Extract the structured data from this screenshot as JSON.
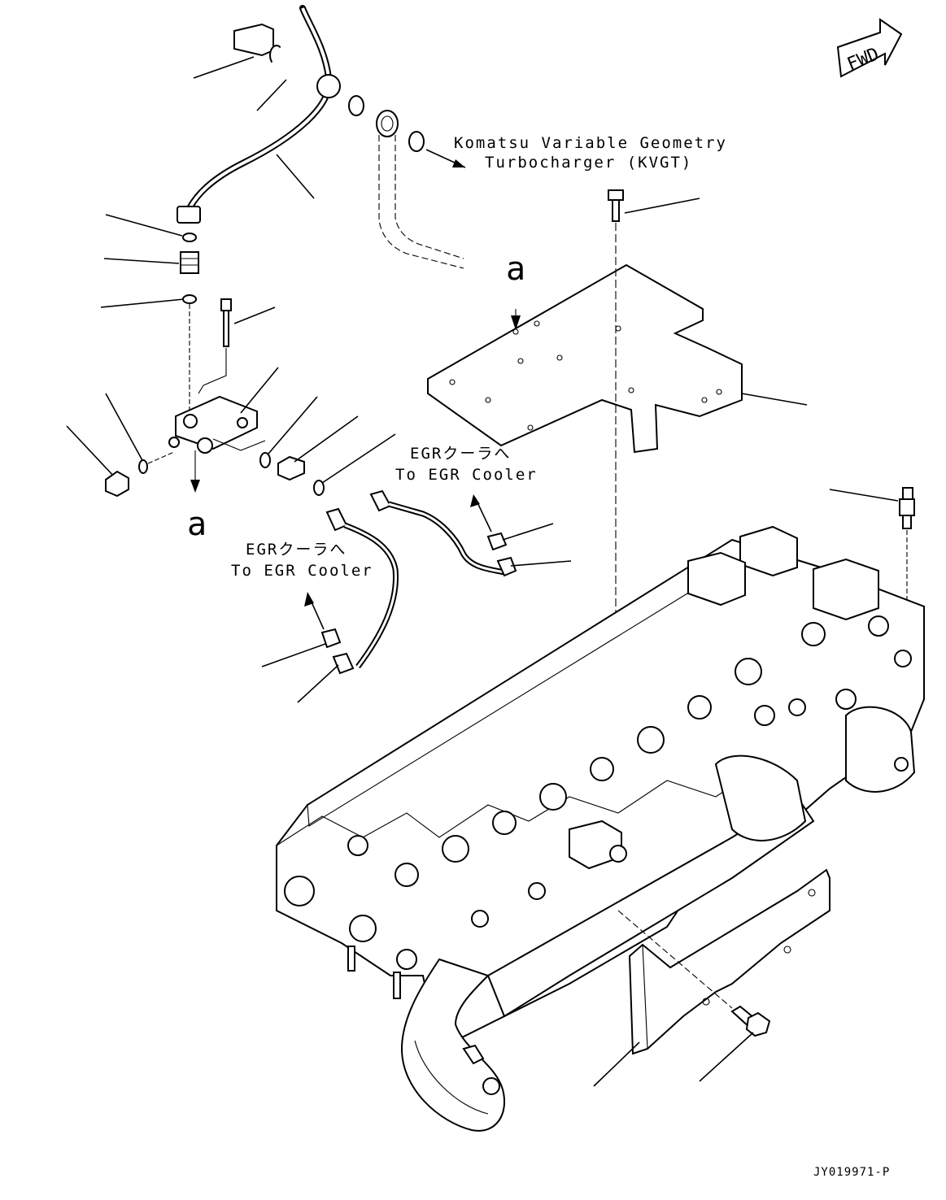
{
  "labels": {
    "kvgt_line1": "Komatsu Variable Geometry",
    "kvgt_line2": "Turbocharger (KVGT)",
    "egr_upper_jp": "EGRクーラへ",
    "egr_upper_en": "To EGR Cooler",
    "egr_lower_jp": "EGRクーラへ",
    "egr_lower_en": "To EGR Cooler",
    "ref_a_top": "a",
    "ref_a_bottom": "a",
    "fwd": "FWD",
    "drawing_code": "JY019971-P"
  }
}
